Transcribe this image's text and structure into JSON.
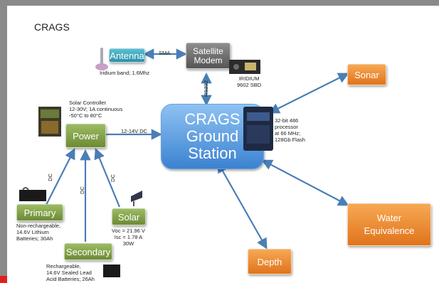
{
  "title": "CRAGS",
  "nodes": {
    "antenna": "Antenna",
    "satellite_modem": "Satellite\nModem",
    "power": "Power",
    "ground_station": "CRAGS\nGround\nStation",
    "sonar": "Sonar",
    "water_equivalence": "Water\nEquivalence",
    "depth": "Depth",
    "primary": "Primary",
    "secondary": "Secondary",
    "solar": "Solar"
  },
  "notes": {
    "antenna": "Iridium band; 1.6Mhz",
    "modem": "IRIDIUM\n9602 SBD",
    "solar_controller": "Solar Controller\n12-30V; 1A continuous\n-50°C to 80°C",
    "processor": "32-bit 486\nprocessor\nat 66 MHz;\n128Gb Flash",
    "primary": "Non-rechargeable,\n14.6V Lithium\nBatteries; 30Ah",
    "secondary": "Rechargeable,\n14.6V Sealed Lead\nAcid Batteries; 26Ah",
    "solar": "Voc = 21.96 V\nIsc = 1.78 A\n30W"
  },
  "connection_labels": {
    "sma": "SMA",
    "rs232": "RS232",
    "dc_power": "12-14V DC",
    "dc_primary": "DC",
    "dc_secondary": "DC",
    "dc_solar": "DC"
  },
  "colors": {
    "arrow": "#4a7fb5",
    "teal": "#2d8fa7",
    "green": "#6d8a35",
    "orange": "#e0741c",
    "blue": "#3c82d2"
  }
}
